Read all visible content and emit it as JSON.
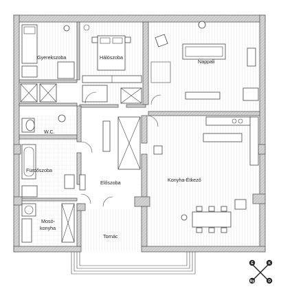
{
  "rooms": {
    "gyerekszoba": "Gyerekszoba",
    "haloszoba": "Hálószoba",
    "nappali": "Nappali",
    "wc": "W.C.",
    "furdoszoba": "Fürdőszoba",
    "eloszoba": "Előszoba",
    "konyha_etkezo": "Konyha-Étkező",
    "moso_konyha_line1": "Mosó-",
    "moso_konyha_line2": "konyha",
    "tornac": "Tornác"
  },
  "compass": {
    "north": "É",
    "east": "K",
    "south": "D",
    "west": "Ny"
  }
}
